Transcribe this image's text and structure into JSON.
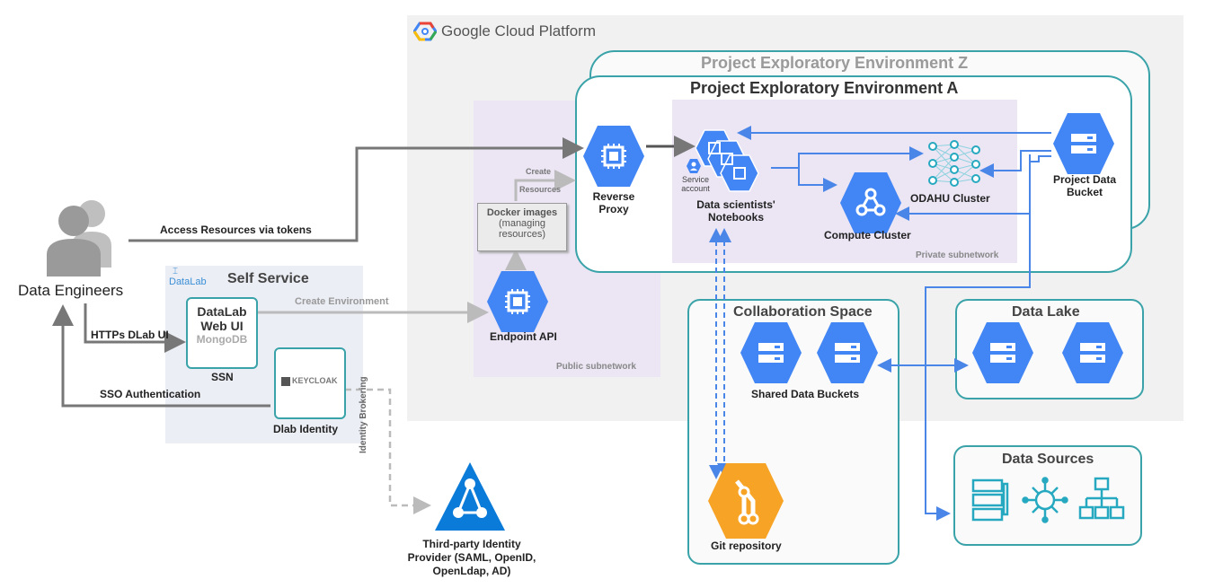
{
  "platform": {
    "name": "Google Cloud Platform"
  },
  "environments": {
    "z_title": "Project Exploratory Environment Z",
    "a_title": "Project Exploratory Environment A"
  },
  "actors": {
    "engineers_label": "Data Engineers"
  },
  "flows": {
    "access_tokens": "Access Resources via tokens",
    "https_ui": "HTTPs DLab UI",
    "sso": "SSO Authentication",
    "create_env": "Create Environment",
    "create_resources_1": "Create",
    "create_resources_2": "Resources",
    "identity_brokering": "Identity Brokering"
  },
  "self_service": {
    "title": "Self Service",
    "logo_text": "DataLab",
    "ui_line1": "DataLab",
    "ui_line2": "Web UI",
    "ui_line3": "MongoDB",
    "ssn": "SSN",
    "keycloak": "KEYCLOAK",
    "identity": "Dlab Identity"
  },
  "public_subnet": {
    "docker_line1": "Docker images",
    "docker_line2": "(managing",
    "docker_line3": "resources)",
    "endpoint": "Endpoint API",
    "label": "Public subnetwork"
  },
  "env_a": {
    "proxy_line1": "Reverse",
    "proxy_line2": "Proxy",
    "notebooks_line1": "Data scientists'",
    "notebooks_line2": "Notebooks",
    "service_line1": "Service",
    "service_line2": "account",
    "odahu": "ODAHU Cluster",
    "compute": "Compute Cluster",
    "bucket_line1": "Project Data",
    "bucket_line2": "Bucket",
    "private_label": "Private subnetwork"
  },
  "collab": {
    "title": "Collaboration Space",
    "shared": "Shared Data Buckets",
    "git": "Git repository"
  },
  "lake": {
    "title": "Data Lake"
  },
  "sources": {
    "title": "Data Sources"
  },
  "idp": {
    "line1": "Third-party Identity",
    "line2": "Provider (SAML, OpenID,",
    "line3": "OpenLdap, AD)"
  },
  "colors": {
    "gcp_blue": "#4285f4",
    "teal": "#3aa3a9",
    "git_orange": "#f7a325",
    "idp_blue": "#0a7bd8",
    "arrow_gray": "#777777",
    "arrow_blue": "#4a86e8"
  }
}
